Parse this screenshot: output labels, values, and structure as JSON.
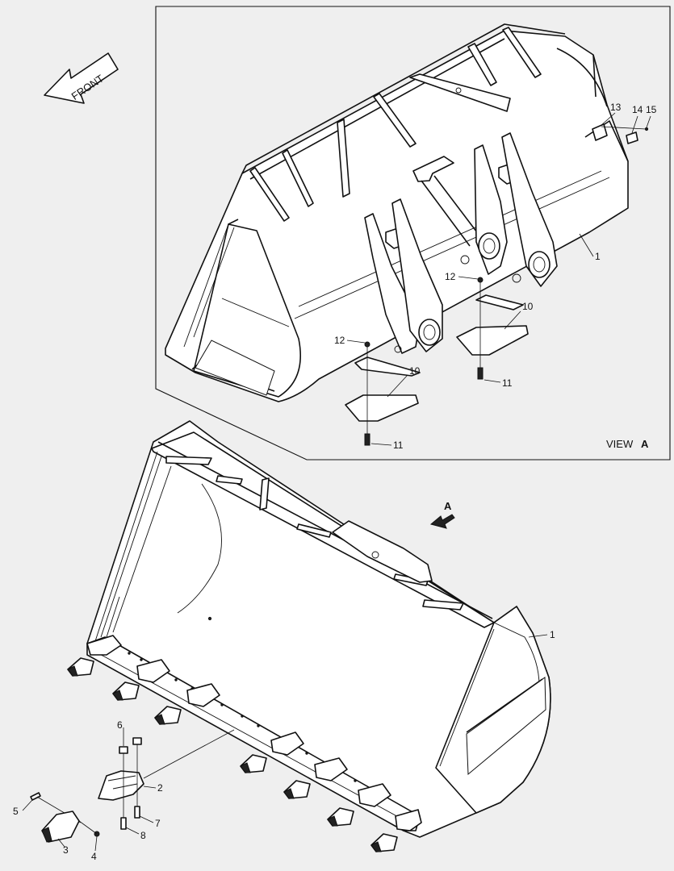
{
  "front_arrow": {
    "label": "FRONT"
  },
  "view_box": {
    "caption_text": "VIEW",
    "caption_letter": "A"
  },
  "view_direction_arrow": {
    "label": "A"
  },
  "callouts": {
    "view_bucket": "1",
    "view_plate_1": "10",
    "view_plate_2": "10",
    "view_bolt_1": "11",
    "view_bolt_2": "11",
    "view_nut_1": "12",
    "view_nut_2": "12",
    "view_part_13": "13",
    "view_part_14": "14",
    "view_part_15": "15",
    "main_bucket": "1",
    "adapter": "2",
    "tooth": "3",
    "lock_washer": "4",
    "pin": "5",
    "nut": "6",
    "bolt_7": "7",
    "bolt_8": "8"
  }
}
